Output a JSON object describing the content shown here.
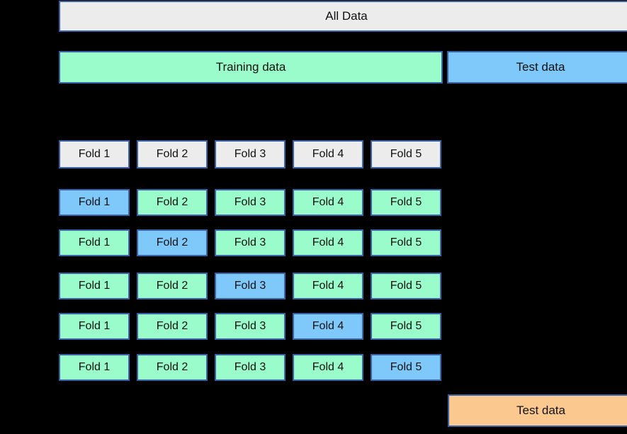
{
  "colors": {
    "background": "#000000",
    "border": "#3a64a8",
    "gray": "#ececec",
    "green": "#99fcca",
    "blue": "#7ec8fa",
    "orange": "#fbc98f",
    "text": "#111111"
  },
  "all_data": {
    "label": "All Data"
  },
  "split": {
    "training_label": "Training data",
    "test_label": "Test data"
  },
  "fold_headers": [
    "Fold 1",
    "Fold 2",
    "Fold 3",
    "Fold 4",
    "Fold 5"
  ],
  "cv_rows": [
    {
      "folds": [
        "Fold 1",
        "Fold 2",
        "Fold 3",
        "Fold 4",
        "Fold 5"
      ],
      "test_fold_index": 0
    },
    {
      "folds": [
        "Fold 1",
        "Fold 2",
        "Fold 3",
        "Fold 4",
        "Fold 5"
      ],
      "test_fold_index": 1
    },
    {
      "folds": [
        "Fold 1",
        "Fold 2",
        "Fold 3",
        "Fold 4",
        "Fold 5"
      ],
      "test_fold_index": 2
    },
    {
      "folds": [
        "Fold 1",
        "Fold 2",
        "Fold 3",
        "Fold 4",
        "Fold 5"
      ],
      "test_fold_index": 3
    },
    {
      "folds": [
        "Fold 1",
        "Fold 2",
        "Fold 3",
        "Fold 4",
        "Fold 5"
      ],
      "test_fold_index": 4
    }
  ],
  "final_test": {
    "label": "Test data"
  }
}
